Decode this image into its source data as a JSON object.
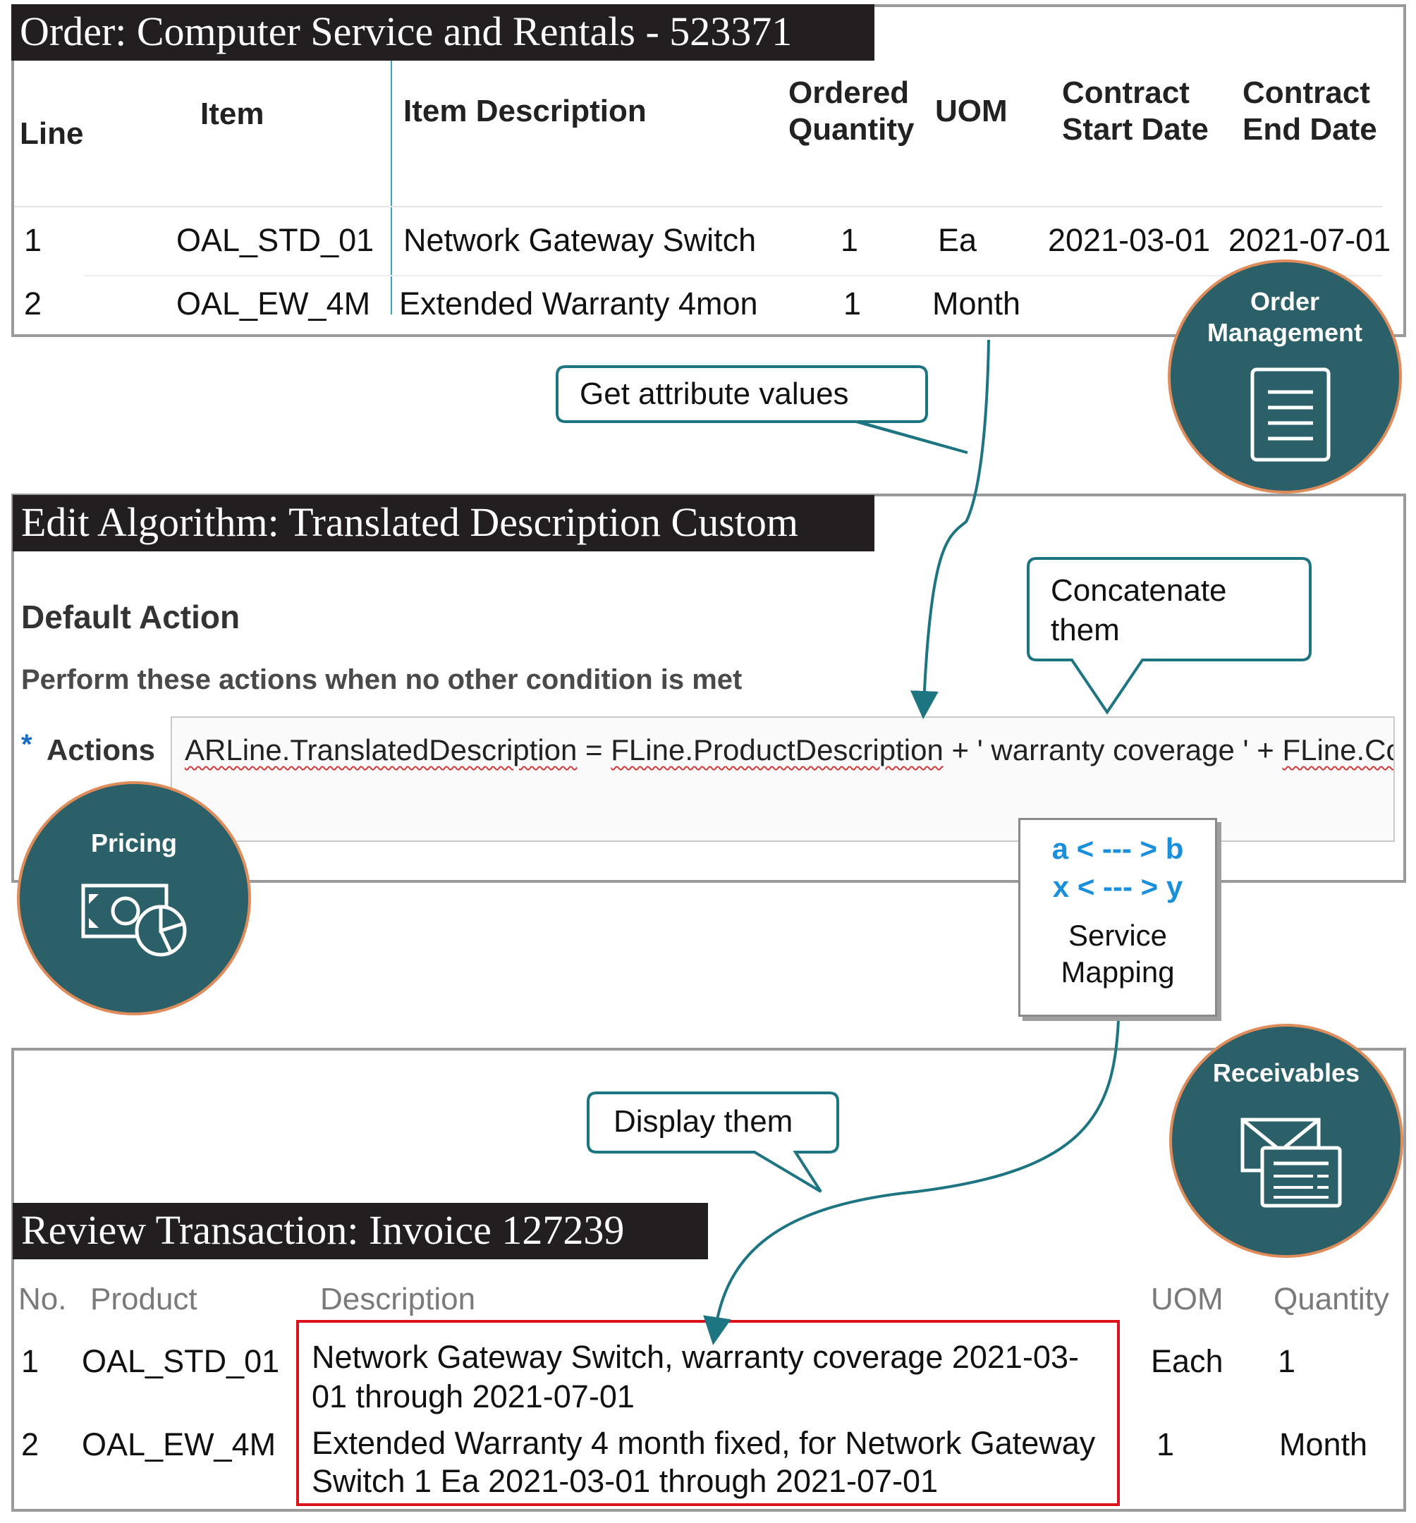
{
  "order": {
    "title": "Order: Computer Service and Rentals - 523371",
    "headers": {
      "line": "Line",
      "item": "Item",
      "item_description": "Item Description",
      "ordered_quantity_1": "Ordered",
      "ordered_quantity_2": "Quantity",
      "uom": "UOM",
      "start_1": "Contract",
      "start_2": "Start Date",
      "end_1": "Contract",
      "end_2": "End Date"
    },
    "rows": [
      {
        "line": "1",
        "item": "OAL_STD_01",
        "description": "Network Gateway Switch",
        "qty": "1",
        "uom": "Ea",
        "start": "2021-03-01",
        "end": "2021-07-01"
      },
      {
        "line": "2",
        "item": "OAL_EW_4M",
        "description": "Extended Warranty 4mon",
        "qty": "1",
        "uom": "Month",
        "start": "",
        "end": ""
      }
    ]
  },
  "callouts": {
    "get_values": "Get attribute values",
    "concat_1": "Concatenate",
    "concat_2": "them",
    "display": "Display them"
  },
  "algorithm": {
    "title": "Edit Algorithm: Translated Description Custom",
    "default_action": "Default Action",
    "instructions": "Perform these actions when no other condition is met",
    "required_mark": "*",
    "actions_label": "Actions",
    "expr": {
      "t1": "ARLine.TranslatedDescription",
      "t2": " = ",
      "t3": "FLine.ProductDescription",
      "t4": " + ' warranty coverage ' + ",
      "t5": "FLine.Con"
    }
  },
  "service_mapping": {
    "line1": "a < --- > b",
    "line2": "x < --- > y",
    "label_1": "Service",
    "label_2": "Mapping"
  },
  "badges": {
    "order_mgmt_1": "Order",
    "order_mgmt_2": "Management",
    "pricing": "Pricing",
    "receivables": "Receivables"
  },
  "invoice": {
    "title": "Review Transaction: Invoice 127239",
    "headers": {
      "no": "No.",
      "product": "Product",
      "description": "Description",
      "uom": "UOM",
      "quantity": "Quantity"
    },
    "rows": [
      {
        "no": "1",
        "product": "OAL_STD_01",
        "desc_1": "Network Gateway Switch, warranty coverage 2021-03-",
        "desc_2": "01 through 2021-07-01",
        "uom": "Each",
        "quantity": "1"
      },
      {
        "no": "2",
        "product": "OAL_EW_4M",
        "desc_1": "Extended Warranty 4 month fixed, for Network Gateway",
        "desc_2": "Switch 1 Ea 2021-03-01 through 2021-07-01",
        "uom": "1",
        "quantity": "Month"
      }
    ]
  },
  "colors": {
    "teal": "#2b6068",
    "teal_line": "#1e7582",
    "badge_ring": "#e08b5a",
    "highlight_red": "#d9141c",
    "mapping_blue": "#1a8fdc",
    "title_bar": "#231f20"
  },
  "icons": {
    "order_management": "document-icon",
    "pricing": "money-chart-icon",
    "receivables": "envelope-invoice-icon"
  }
}
